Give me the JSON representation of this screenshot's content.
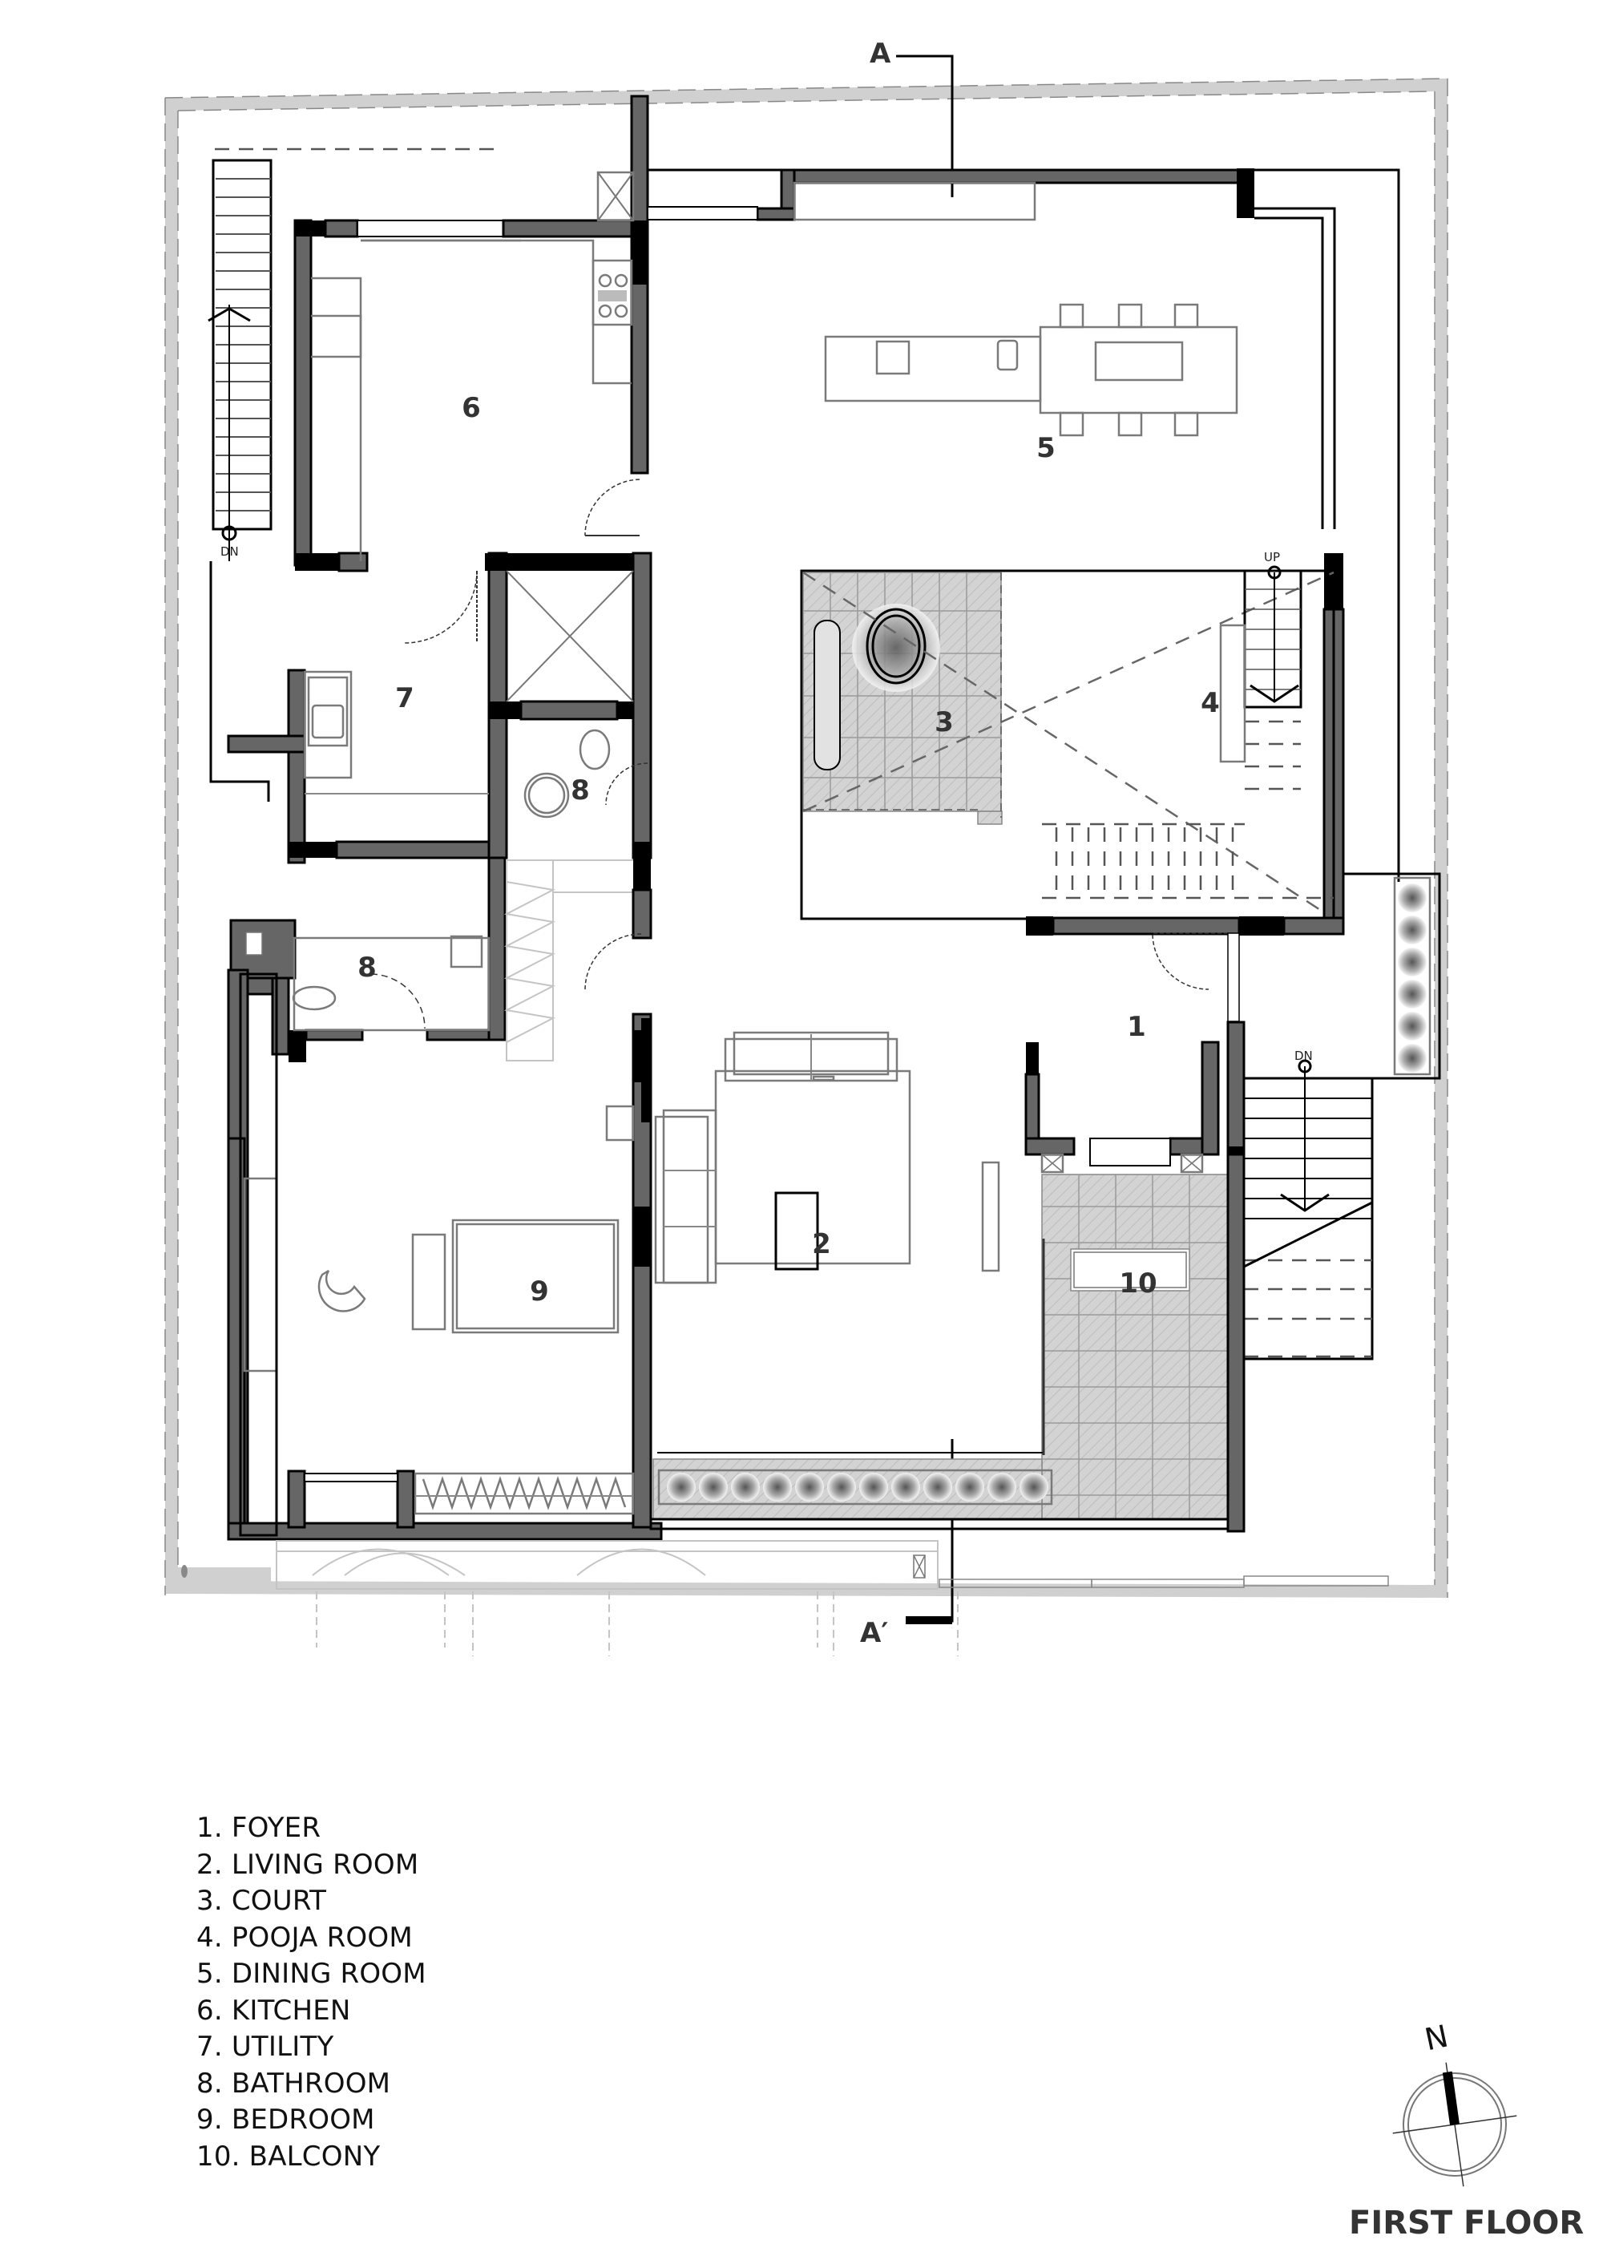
{
  "drawing": {
    "title": "FIRST FLOOR",
    "north_label": "N",
    "section_marks": {
      "top": "A",
      "bottom": "A′"
    },
    "stair_labels": {
      "dn_left": "DN",
      "up_pooja": "UP",
      "dn_right": "DN"
    }
  },
  "rooms": [
    {
      "number": "1",
      "name": "FOYER"
    },
    {
      "number": "2",
      "name": "LIVING ROOM"
    },
    {
      "number": "3",
      "name": "COURT"
    },
    {
      "number": "4",
      "name": "POOJA ROOM"
    },
    {
      "number": "5",
      "name": "DINING ROOM"
    },
    {
      "number": "6",
      "name": "KITCHEN"
    },
    {
      "number": "7",
      "name": "UTILITY"
    },
    {
      "number": "8",
      "name": "BATHROOM"
    },
    {
      "number": "9",
      "name": "BEDROOM"
    },
    {
      "number": "10",
      "name": "BALCONY"
    }
  ],
  "legend": [
    "1. FOYER",
    "2. LIVING ROOM",
    "3. COURT",
    "4. POOJA ROOM",
    "5. DINING ROOM",
    "6. KITCHEN",
    "7. UTILITY",
    "8. BATHROOM",
    "9. BEDROOM",
    "10. BALCONY"
  ],
  "room_tags": {
    "r1": "1",
    "r2": "2",
    "r3": "3",
    "r4": "4",
    "r5": "5",
    "r6": "6",
    "r7": "7",
    "r8a": "8",
    "r8b": "8",
    "r9": "9",
    "r10": "10"
  },
  "colors": {
    "wall_fill": "#666666",
    "column_fill": "#000000",
    "plot_boundary": "#d0d0d0",
    "hatch_floor": "#d3d3d3",
    "label_text": "#333333"
  }
}
